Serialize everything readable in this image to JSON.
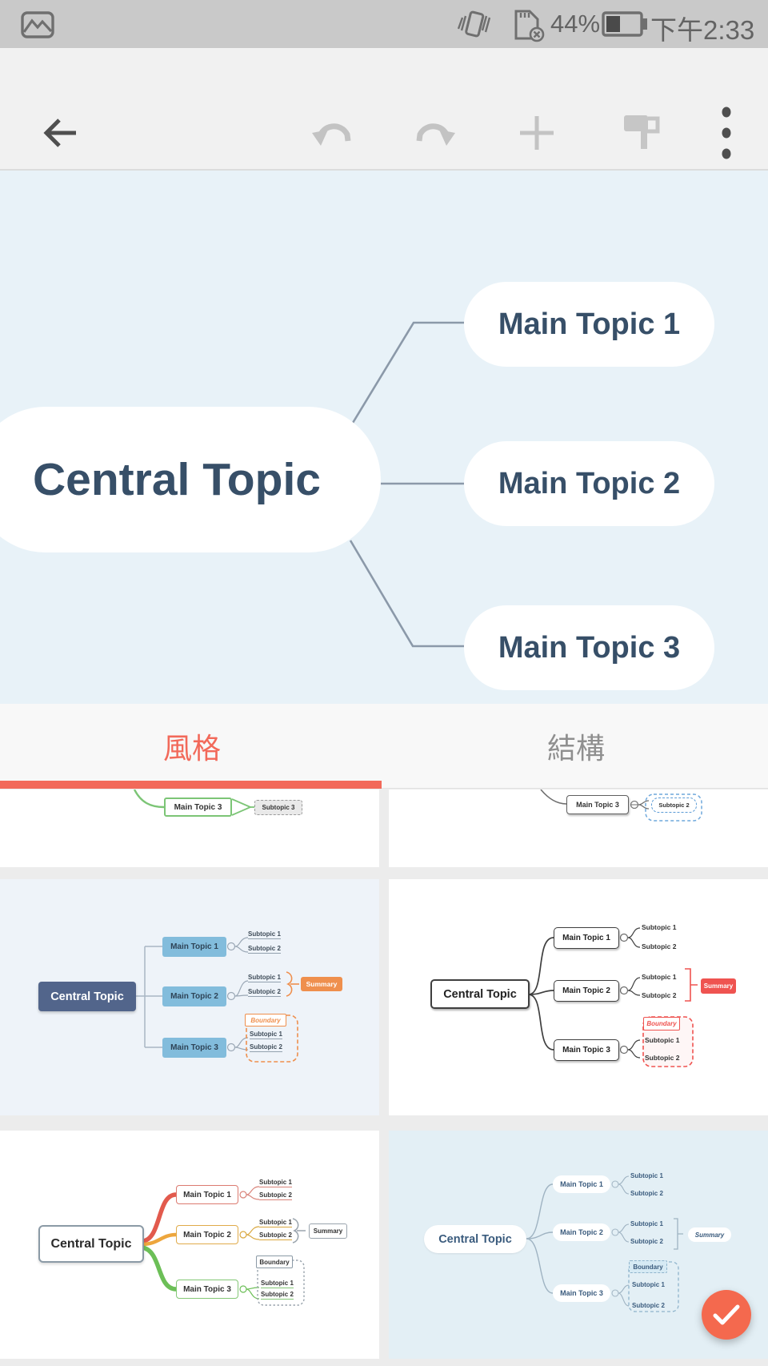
{
  "status_bar": {
    "battery_percent": "44%",
    "time": "下午2:33",
    "icons": [
      "gallery",
      "vibrate",
      "sd-card-disabled",
      "battery"
    ]
  },
  "toolbar": {
    "icons": [
      "back",
      "undo",
      "redo",
      "add",
      "format",
      "overflow-menu"
    ]
  },
  "tabs": {
    "style_label": "風格",
    "structure_label": "結構",
    "selected": "風格"
  },
  "labels": {
    "central": "Central Topic",
    "main1": "Main Topic 1",
    "main2": "Main Topic 2",
    "main3": "Main Topic 3",
    "sub1": "Subtopic 1",
    "sub2": "Subtopic 2",
    "sub3": "Subtopic 3",
    "summary": "Summary",
    "boundary": "Boundary"
  },
  "colors": {
    "accent": "#f2695a",
    "fab": "#f4694e",
    "status_bar_bg": "#c9c9c9",
    "toolbar_bg": "#f1f1f1",
    "canvas_bg": "#e8f2f8",
    "canvas_topic_text": "#374f68",
    "canvas_connector": "#8b99a9",
    "theme_green": "#7cc576",
    "theme_blue_central": "#52658b",
    "theme_blue_main": "#82bcdc",
    "theme_blue_orange": "#ef8f4d",
    "theme_mono_outline": "#3f3f3f",
    "theme_mono_red": "#ef5350",
    "theme_colorful_red": "#e25a4d",
    "theme_colorful_orange": "#eda63d",
    "theme_colorful_green": "#6cbf57",
    "theme_zen_bg": "#e3eff5",
    "theme_zen_text": "#3a5b7d"
  }
}
